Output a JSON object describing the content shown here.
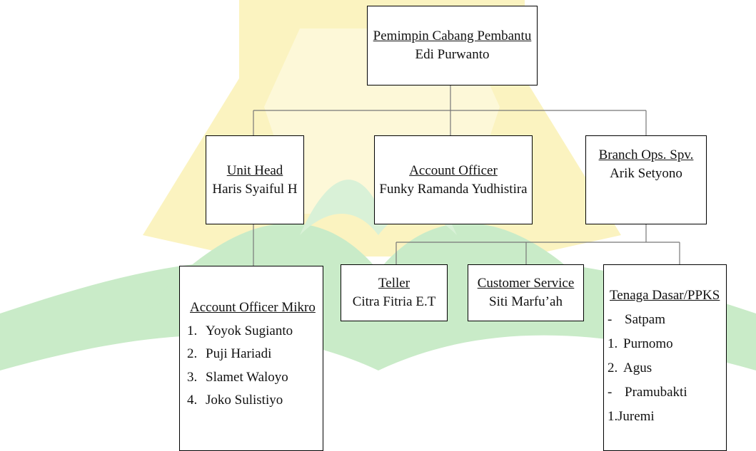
{
  "top": {
    "title": "Pemimpin Cabang Pembantu",
    "name": "Edi Purwanto"
  },
  "level2": [
    {
      "title": "Unit Head",
      "name": "Haris Syaiful H"
    },
    {
      "title": "Account Officer",
      "name": "Funky Ramanda Yudhistira"
    },
    {
      "title": "Branch Ops. Spv.",
      "name": "Arik Setyono"
    }
  ],
  "teller": {
    "title": "Teller",
    "name": "Citra Fitria E.T"
  },
  "cs": {
    "title": "Customer Service",
    "name": "Siti Marfu’ah"
  },
  "ao_mikro": {
    "title": "Account Officer Mikro",
    "items": [
      {
        "n": "1.",
        "name": "Yoyok Sugianto"
      },
      {
        "n": "2.",
        "name": "Puji Hariadi"
      },
      {
        "n": "3.",
        "name": "Slamet Waloyo"
      },
      {
        "n": "4.",
        "name": "Joko Sulistiyo"
      }
    ]
  },
  "tenaga": {
    "title": "Tenaga Dasar/PPKS",
    "items": [
      {
        "pre": "-",
        "name": "Satpam"
      },
      {
        "pre": "1.",
        "name": "Purnomo"
      },
      {
        "pre": "2.",
        "name": "Agus"
      },
      {
        "pre": "-",
        "name": "Pramubakti"
      },
      {
        "pre": "1.",
        "name": "Juremi"
      }
    ]
  },
  "colors": {
    "watermark_yellow": "#fbf3c0",
    "watermark_green": "#c9ebc8",
    "line": "#777777",
    "border": "#000000"
  }
}
